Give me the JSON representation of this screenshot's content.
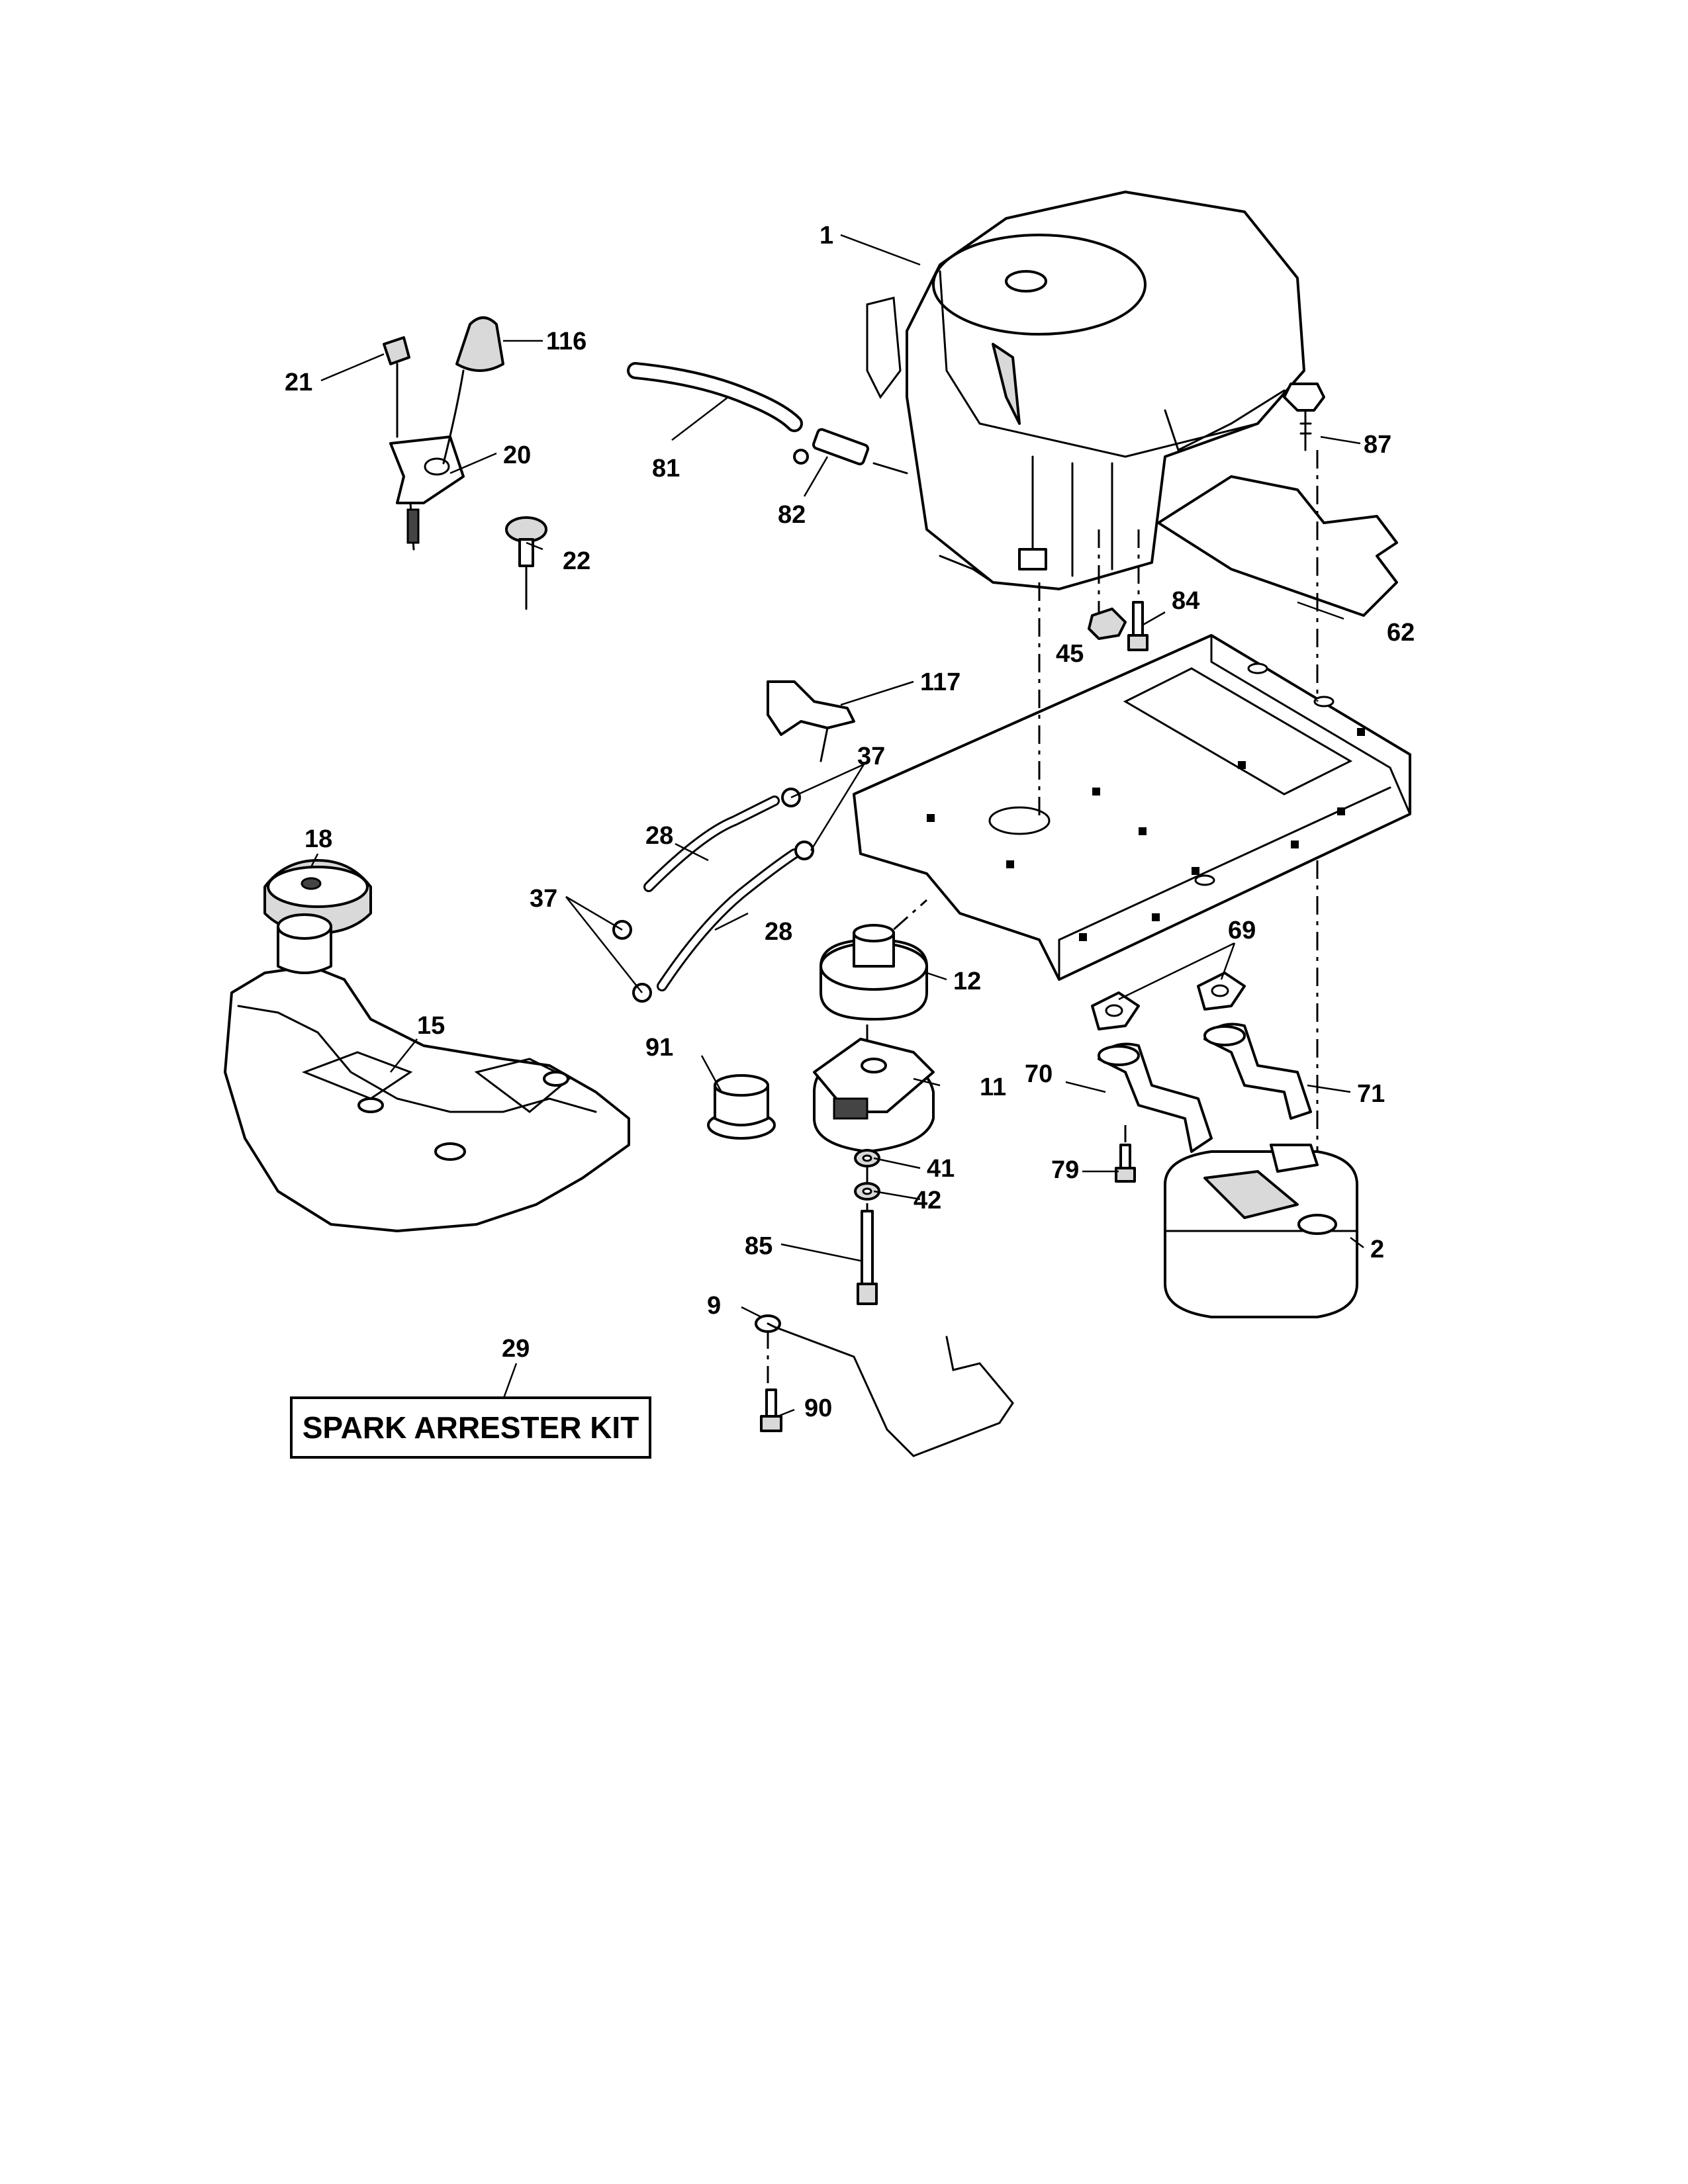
{
  "callouts": {
    "engine": "1",
    "muffler": "2",
    "rod": "9",
    "clutch": "11",
    "pulley": "12",
    "fuel_tank": "15",
    "fuel_cap": "18",
    "throttle_control": "20",
    "throttle_bolt": "21",
    "knob_screw": "22",
    "hose_upper": "28",
    "hose_lower": "28",
    "spark_arrester": "29",
    "clamp_upper": "37",
    "clamp_lower": "37",
    "washer_41": "41",
    "washer_42": "42",
    "nut_45": "45",
    "heat_shield": "62",
    "gasket": "69",
    "exhaust_pipe_left": "70",
    "exhaust_pipe_right": "71",
    "bolt_79": "79",
    "fuel_line": "81",
    "fuel_filter": "82",
    "bolt_84": "84",
    "bolt_85": "85",
    "dipstick": "87",
    "bolt_90": "90",
    "bushing": "91",
    "knob": "116",
    "fuel_valve": "117"
  },
  "spark_arrester_kit_label": "SPARK ARRESTER KIT"
}
